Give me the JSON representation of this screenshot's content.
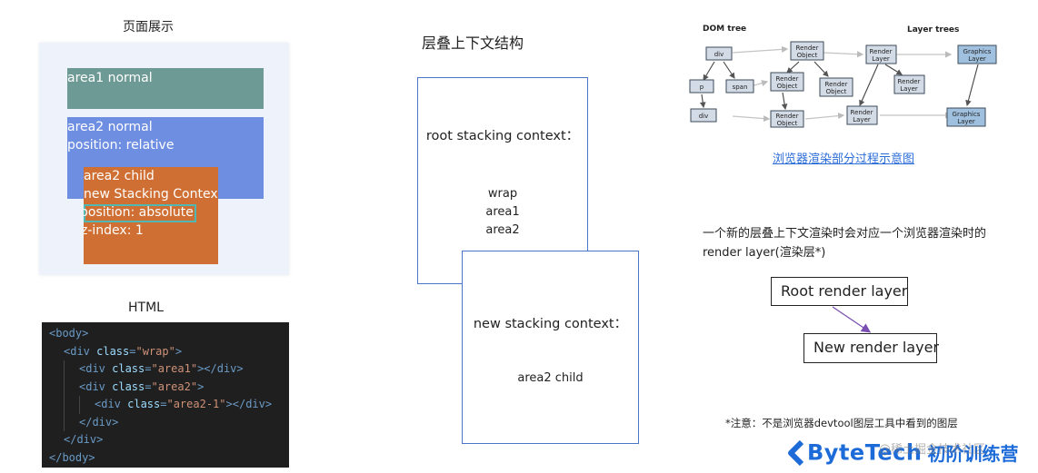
{
  "left": {
    "preview_title": "页面展示",
    "area1": "area1 normal",
    "area2_line1": "area2 normal",
    "area2_line2": "position: relative",
    "child_line1": "area2 child",
    "child_line2": "new Stacking Context",
    "child_line3": "position: absolute",
    "child_line4": "z-index: 1",
    "html_title": "HTML",
    "code_lines": [
      {
        "indent": 0,
        "parts": [
          [
            "tag",
            "<body>"
          ]
        ]
      },
      {
        "indent": 1,
        "parts": [
          [
            "tag",
            "<div "
          ],
          [
            "attr",
            "class"
          ],
          [
            "tag",
            "="
          ],
          [
            "str",
            "\"wrap\""
          ],
          [
            "tag",
            ">"
          ]
        ]
      },
      {
        "indent": 2,
        "parts": [
          [
            "tag",
            "<div "
          ],
          [
            "attr",
            "class"
          ],
          [
            "tag",
            "="
          ],
          [
            "str",
            "\"area1\""
          ],
          [
            "tag",
            "></div>"
          ]
        ]
      },
      {
        "indent": 2,
        "parts": [
          [
            "tag",
            "<div "
          ],
          [
            "attr",
            "class"
          ],
          [
            "tag",
            "="
          ],
          [
            "str",
            "\"area2\""
          ],
          [
            "tag",
            ">"
          ]
        ]
      },
      {
        "indent": 3,
        "parts": [
          [
            "tag",
            "<div "
          ],
          [
            "attr",
            "class"
          ],
          [
            "tag",
            "="
          ],
          [
            "str",
            "\"area2-1\""
          ],
          [
            "tag",
            "></div>"
          ]
        ]
      },
      {
        "indent": 2,
        "parts": [
          [
            "tag",
            "</div>"
          ]
        ]
      },
      {
        "indent": 1,
        "parts": [
          [
            "tag",
            "</div>"
          ]
        ]
      },
      {
        "indent": 0,
        "parts": [
          [
            "tag",
            "</body>"
          ]
        ]
      }
    ]
  },
  "middle": {
    "title": "层叠上下文结构",
    "root_label": "root stacking context：",
    "root_items": [
      "wrap",
      "area1",
      "area2"
    ],
    "new_label": "new stacking context：",
    "new_item": "area2 child"
  },
  "right": {
    "diagram": {
      "dom_title": "DOM tree",
      "layer_title": "Layer trees",
      "nodes": {
        "div_a": "div",
        "p": "p",
        "span": "span",
        "div_b": "div",
        "ro1": [
          "Render",
          "Object"
        ],
        "ro2": [
          "Render",
          "Object"
        ],
        "ro3": [
          "Render",
          "Object"
        ],
        "ro4": [
          "Render",
          "Object"
        ],
        "rl1": [
          "Render",
          "Layer"
        ],
        "rl2": [
          "Render",
          "Layer"
        ],
        "rl3": [
          "Render",
          "Layer"
        ],
        "gl1": [
          "Graphics",
          "Layer"
        ],
        "gl2": [
          "Graphics",
          "Layer"
        ]
      }
    },
    "caption": "浏览器渲染部分过程示意图",
    "note": "一个新的层叠上下文渲染时会对应一个浏览器渲染时的render layer(渲染层*)",
    "root_render_layer": "Root render layer",
    "new_render_layer": "New render layer",
    "footnote": "*注意：不是浏览器devtool图层工具中看到的图层",
    "logo_text": "ByteTech",
    "logo_cn": "初阶训练营",
    "watermark": "@稀土掘金技术社区"
  },
  "colors": {
    "area1": "#6d9a94",
    "area2": "#6e8ee2",
    "area2_child": "#cf6f33",
    "ctx_border": "#4a76c9",
    "arrow": "#7b4fb2",
    "brand": "#1d6bd8"
  }
}
